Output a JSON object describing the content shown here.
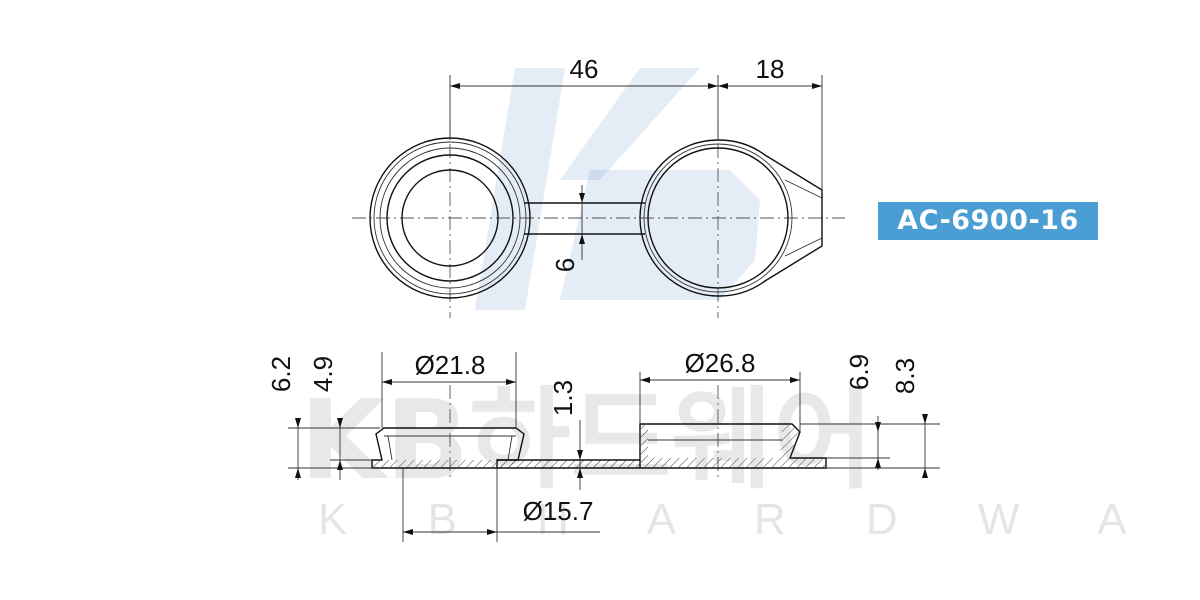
{
  "model": {
    "code": "AC-6900-16",
    "badge_color": "#4a9ed4"
  },
  "watermark": {
    "korean": "KB하드웨어",
    "english": "K B   H A R D W A R E",
    "logo_letters": "KB",
    "logo_color": "#2c6db7"
  },
  "dimensions": {
    "length_center_to_center": "46",
    "length_tail": "18",
    "strap_width": "6",
    "small_diameter": "Ø21.8",
    "large_diameter": "Ø26.8",
    "hole_diameter": "Ø15.7",
    "strap_thickness": "1.3",
    "small_cap_total_height": "6.2",
    "small_cap_ring_height": "4.9",
    "large_cap_ring_height": "6.9",
    "large_cap_total_height": "8.3"
  }
}
